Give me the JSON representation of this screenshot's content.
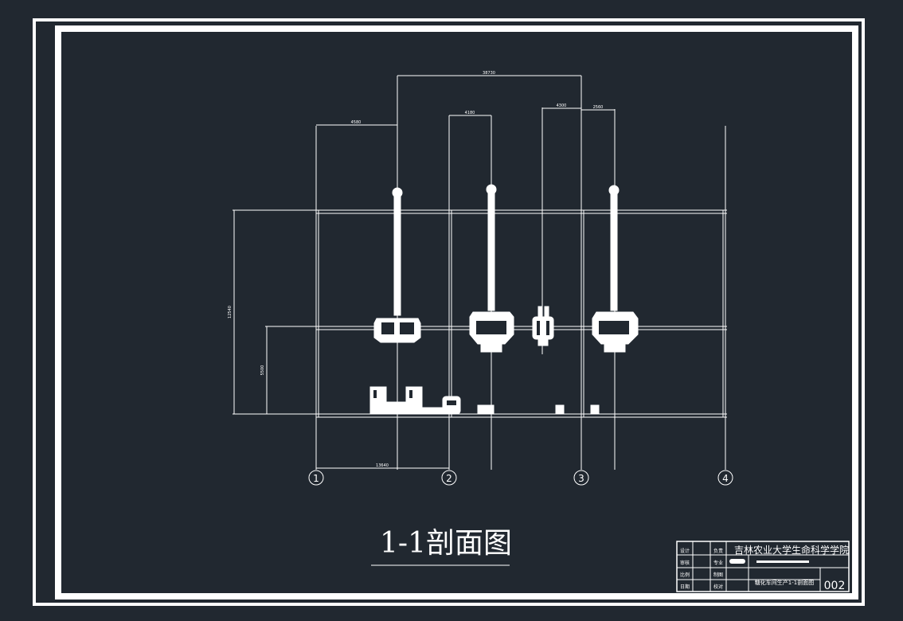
{
  "drawing": {
    "title": "1-1剖面图",
    "axis_labels": [
      "1",
      "2",
      "3",
      "4"
    ],
    "dimension_labels": {
      "top_overall": "38730",
      "span_1": "4580",
      "span_2": "4180",
      "span_3a": "4300",
      "span_3b": "2560",
      "height_total": "12540",
      "height_lower": "5500",
      "base_span": "13640"
    }
  },
  "title_block": {
    "institution": "吉林农业大学生命科学学院",
    "drawing_name": "糖化车间生产1-1剖面图",
    "drawing_number": "002",
    "row_labels": [
      "设计",
      "审核",
      "比例",
      "日期"
    ],
    "role_labels": [
      "负责",
      "专业",
      "制图",
      "校对"
    ]
  },
  "colors": {
    "background": "#212830",
    "line": "#ffffff"
  }
}
